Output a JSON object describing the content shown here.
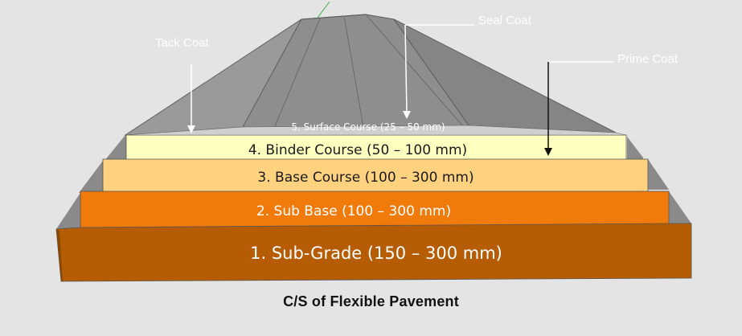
{
  "callouts": {
    "tack_coat": "Tack Coat",
    "seal_coat": "Seal Coat",
    "prime_coat": "Prime Coat"
  },
  "layers": [
    {
      "number": 5,
      "label": "5. Surface Course (25 – 50 mm)",
      "color": "#8c8c8c"
    },
    {
      "number": 4,
      "label": "4. Binder Course (50 – 100 mm)",
      "color": "#ffffc0"
    },
    {
      "number": 3,
      "label": "3. Base Course  (100 – 300 mm)",
      "color": "#ffd27f"
    },
    {
      "number": 2,
      "label": "2. Sub Base (100 – 300 mm)",
      "color": "#f07a0a"
    },
    {
      "number": 1,
      "label": "1. Sub-Grade (150 – 300 mm)",
      "color": "#b65c04"
    }
  ],
  "caption": "C/S of Flexible Pavement",
  "colors": {
    "background": "#e4e4e4",
    "surface_top": "#8f8f8f",
    "edge_gray": "#6e6e6e",
    "label_white": "#ffffff",
    "label_dark": "#1a1a1a"
  }
}
